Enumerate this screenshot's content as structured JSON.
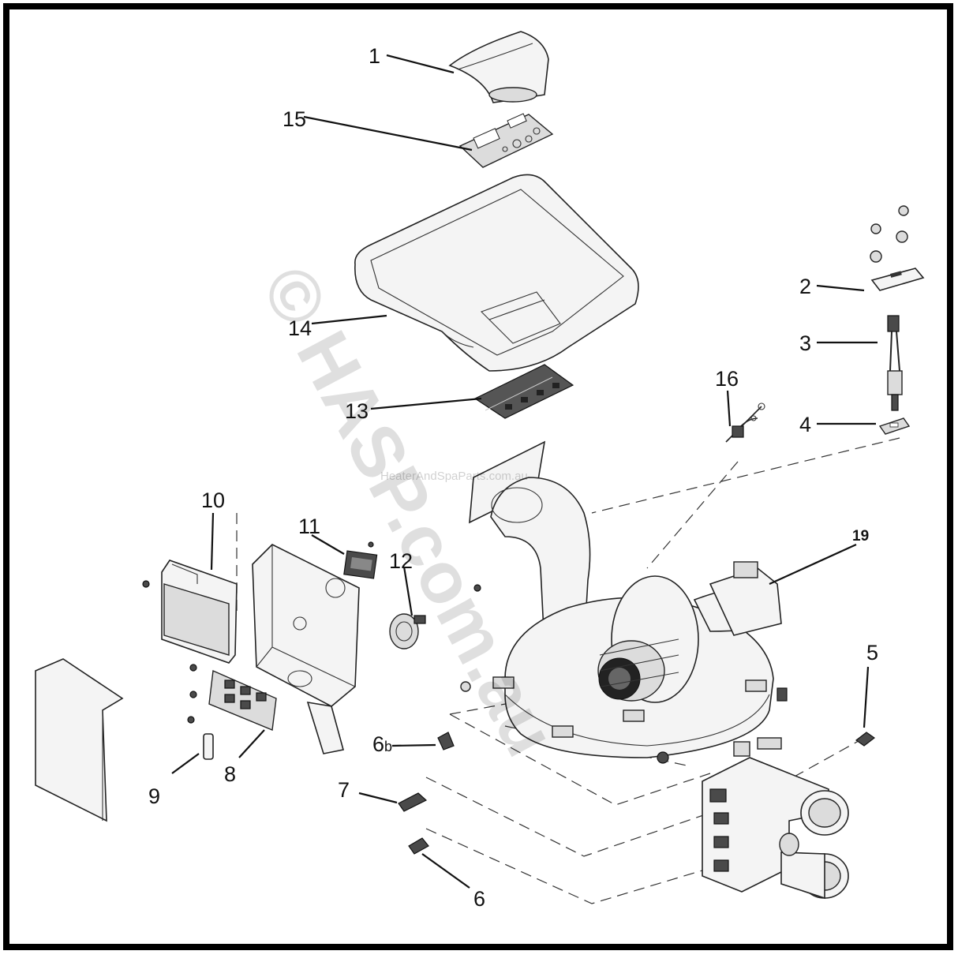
{
  "diagram": {
    "watermark_main": "© HASP.com.au",
    "watermark_small": "HeaterAndSpaParts.com.au",
    "callouts": {
      "c1": "1",
      "c2": "2",
      "c3": "3",
      "c4": "4",
      "c5": "5",
      "c6": "6",
      "c6b": "6",
      "c6b_sub": "b",
      "c7": "7",
      "c8": "8",
      "c9": "9",
      "c10": "10",
      "c11": "11",
      "c12": "12",
      "c13": "13",
      "c14": "14",
      "c15": "15",
      "c16": "16",
      "c19": "19"
    }
  }
}
